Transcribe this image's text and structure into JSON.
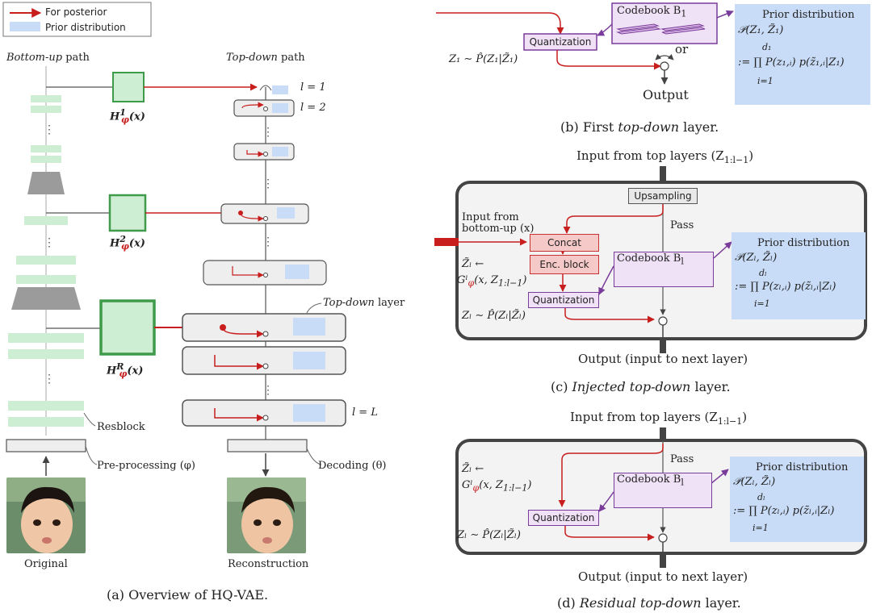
{
  "legend": {
    "posterior": "For posterior",
    "prior": "Prior distribution"
  },
  "panel_a": {
    "bottom_up_label": "Bottom-up",
    "bottom_up_suffix": " path",
    "top_down_label": "Top-down",
    "top_down_suffix": " path",
    "h1": "H",
    "h1_sup": "1",
    "h1_sub": "φ",
    "h1_arg": "(x)",
    "h2": "H",
    "h2_sup": "2",
    "h2_sub": "φ",
    "h2_arg": "(x)",
    "hr": "H",
    "hr_sup": "R",
    "hr_sub": "φ",
    "hr_arg": "(x)",
    "l1": "l = 1",
    "l2": "l = 2",
    "lL": "l = L",
    "topdown_layer_it": "Top-down",
    "topdown_layer_rest": " layer",
    "resblock": "Resblock",
    "preproc": "Pre-processing (φ)",
    "decoding": "Decoding (θ)",
    "original": "Original",
    "reconstruction": "Reconstruction",
    "caption": "(a) Overview of HQ-VAE."
  },
  "panel_b": {
    "codebook": "Codebook B",
    "codebook_sub": "1",
    "quantization": "Quantization",
    "z1": "Z₁ ∼ P̂",
    "z1_tail": "(Z₁|Z̃₁)",
    "or": "or",
    "output": "Output",
    "prior_title": "Prior distribution",
    "prior_line1": "𝒫(Z₁, Z̃₁)",
    "prior_line2": ":= ∏ P(z₁,ᵢ) p(z̃₁,ᵢ|Z₁)",
    "prior_lim": "d₁",
    "prior_from": "i=1",
    "caption_pre": "(b) First ",
    "caption_it": "top-down",
    "caption_post": " layer."
  },
  "panel_c": {
    "input_top": "Input from top layers (Z",
    "input_top_sub": "1:l−1",
    "input_top_close": ")",
    "upsampling": "Upsampling",
    "pass": "Pass",
    "input_bottom_1": "Input from",
    "input_bottom_2": "bottom-up (x)",
    "concat": "Concat",
    "enc": "Enc. block",
    "ztilde": "Z̃ₗ ←",
    "g": "Gˡ",
    "g_sub": "φ",
    "g_arg": "(x, Z",
    "g_arg_sub": "1:l−1",
    "g_close": ")",
    "codebook": "Codebook B",
    "codebook_sub": "l",
    "quantization": "Quantization",
    "zl": "Zₗ ∼ P̂",
    "zl_tail": "(Zₗ|Z̃ₗ)",
    "prior_title": "Prior distribution",
    "prior_line1": "𝒫(Zₗ, Z̃ₗ)",
    "prior_line2": ":= ∏ P(zₗ,ᵢ) p(z̃ₗ,ᵢ|Zₗ)",
    "prior_lim": "dₗ",
    "prior_from": "i=1",
    "output": "Output (input to next layer)",
    "caption_pre": "(c) ",
    "caption_it": "Injected top-down",
    "caption_post": " layer."
  },
  "panel_d": {
    "input_top": "Input from top layers (Z",
    "input_top_sub": "1:l−1",
    "input_top_close": ")",
    "pass": "Pass",
    "ztilde": "Z̃ₗ ←",
    "g": "Gˡ",
    "g_sub": "φ",
    "g_arg": "(x, Z",
    "g_arg_sub": "1:l−1",
    "g_close": ")",
    "codebook": "Codebook B",
    "codebook_sub": "l",
    "quantization": "Quantization",
    "zl": "Zₗ ∼ P̂",
    "zl_tail": "(Zₗ|Z̃ₗ)",
    "prior_title": "Prior distribution",
    "prior_line1": "𝒫(Zₗ, Z̃ₗ)",
    "prior_line2": ":= ∏ P(zₗ,ᵢ) p(z̃ₗ,ᵢ|Zₗ)",
    "prior_lim": "dₗ",
    "prior_from": "i=1",
    "output": "Output (input to next layer)",
    "caption_pre": "(d) ",
    "caption_it": "Residual top-down",
    "caption_post": " layer."
  },
  "colors": {
    "posterior_red": "#c81e1e",
    "prior_blue": "#c9dcf7",
    "encoder_green": "#cdeed2",
    "encoder_green_border": "#3f9a4a",
    "codebook_purple": "#7a3c9a",
    "codebook_fill": "#efe1f6"
  },
  "icons": {
    "baby_photo_original": "baby-face-photo",
    "baby_photo_reconstruction": "baby-face-photo"
  }
}
